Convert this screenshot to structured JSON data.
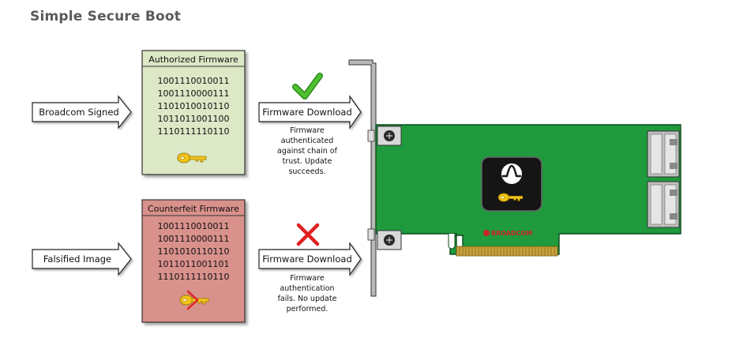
{
  "title": "Simple Secure Boot",
  "inputs": {
    "signed": "Broadcom Signed",
    "falsified": "Falsified Image"
  },
  "authorized_box": {
    "header": "Authorized Firmware",
    "bits": [
      "1001110010011",
      "1001110000111",
      "1101010010110",
      "1011011001100",
      "1110111110110"
    ]
  },
  "counterfeit_box": {
    "header": "Counterfeit Firmware",
    "bits": [
      "1001110010011",
      "1001110000111",
      "1101010110110",
      "1011011001101",
      "1110111110110"
    ]
  },
  "downloads": {
    "top": "Firmware Download",
    "bottom": "Firmware Download"
  },
  "notes": {
    "success": [
      "Firmware",
      "authenticated",
      "against chain of",
      "trust. Update",
      "succeeds."
    ],
    "failure": [
      "Firmware",
      "authentication",
      "fails. No update",
      "performed."
    ]
  },
  "card": {
    "brand": "BROADCOM"
  },
  "colors": {
    "authorized_fill": "#dce8c6",
    "counterfeit_fill": "#d9918c",
    "pcb_green": "#1f9a3c",
    "check_green": "#3fae29",
    "cross_red": "#e02020",
    "key_yellow": "#f2c418"
  },
  "icons": {
    "check": "check-mark-icon",
    "cross": "cross-mark-icon",
    "key": "key-icon",
    "logo": "broadcom-logo-icon"
  }
}
